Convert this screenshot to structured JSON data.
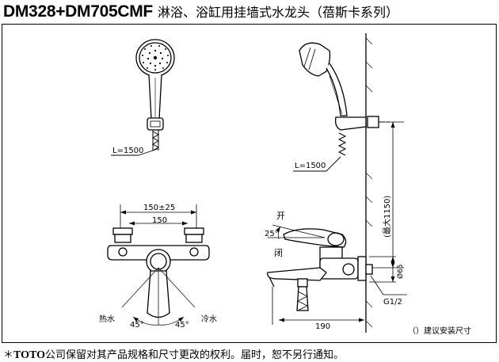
{
  "header": {
    "model": "DM328+DM705CMF",
    "description": "淋浴、浴缸用挂墙式水龙头（蓓斯卡系列）"
  },
  "annotations": {
    "hose_length_left": "L=1500",
    "hose_length_right": "L=1500",
    "spacing_range": "150±25",
    "spacing": "150",
    "angle_label": "25°",
    "open_label": "开",
    "close_label": "闭",
    "hot_label": "热水",
    "cold_label": "冷水",
    "angle_left": "45°",
    "angle_right": "45°",
    "max_height": "(最大1150)",
    "diameter": "Ø65",
    "thread": "G1/2",
    "spout_length": "190",
    "legend": "（）建议安装尺寸"
  },
  "footer": {
    "brand": "TOTO",
    "prefix": "＊",
    "notice": "公司保留对其产品规格和尺寸更改的权利。届时，恕不另行通知。"
  }
}
